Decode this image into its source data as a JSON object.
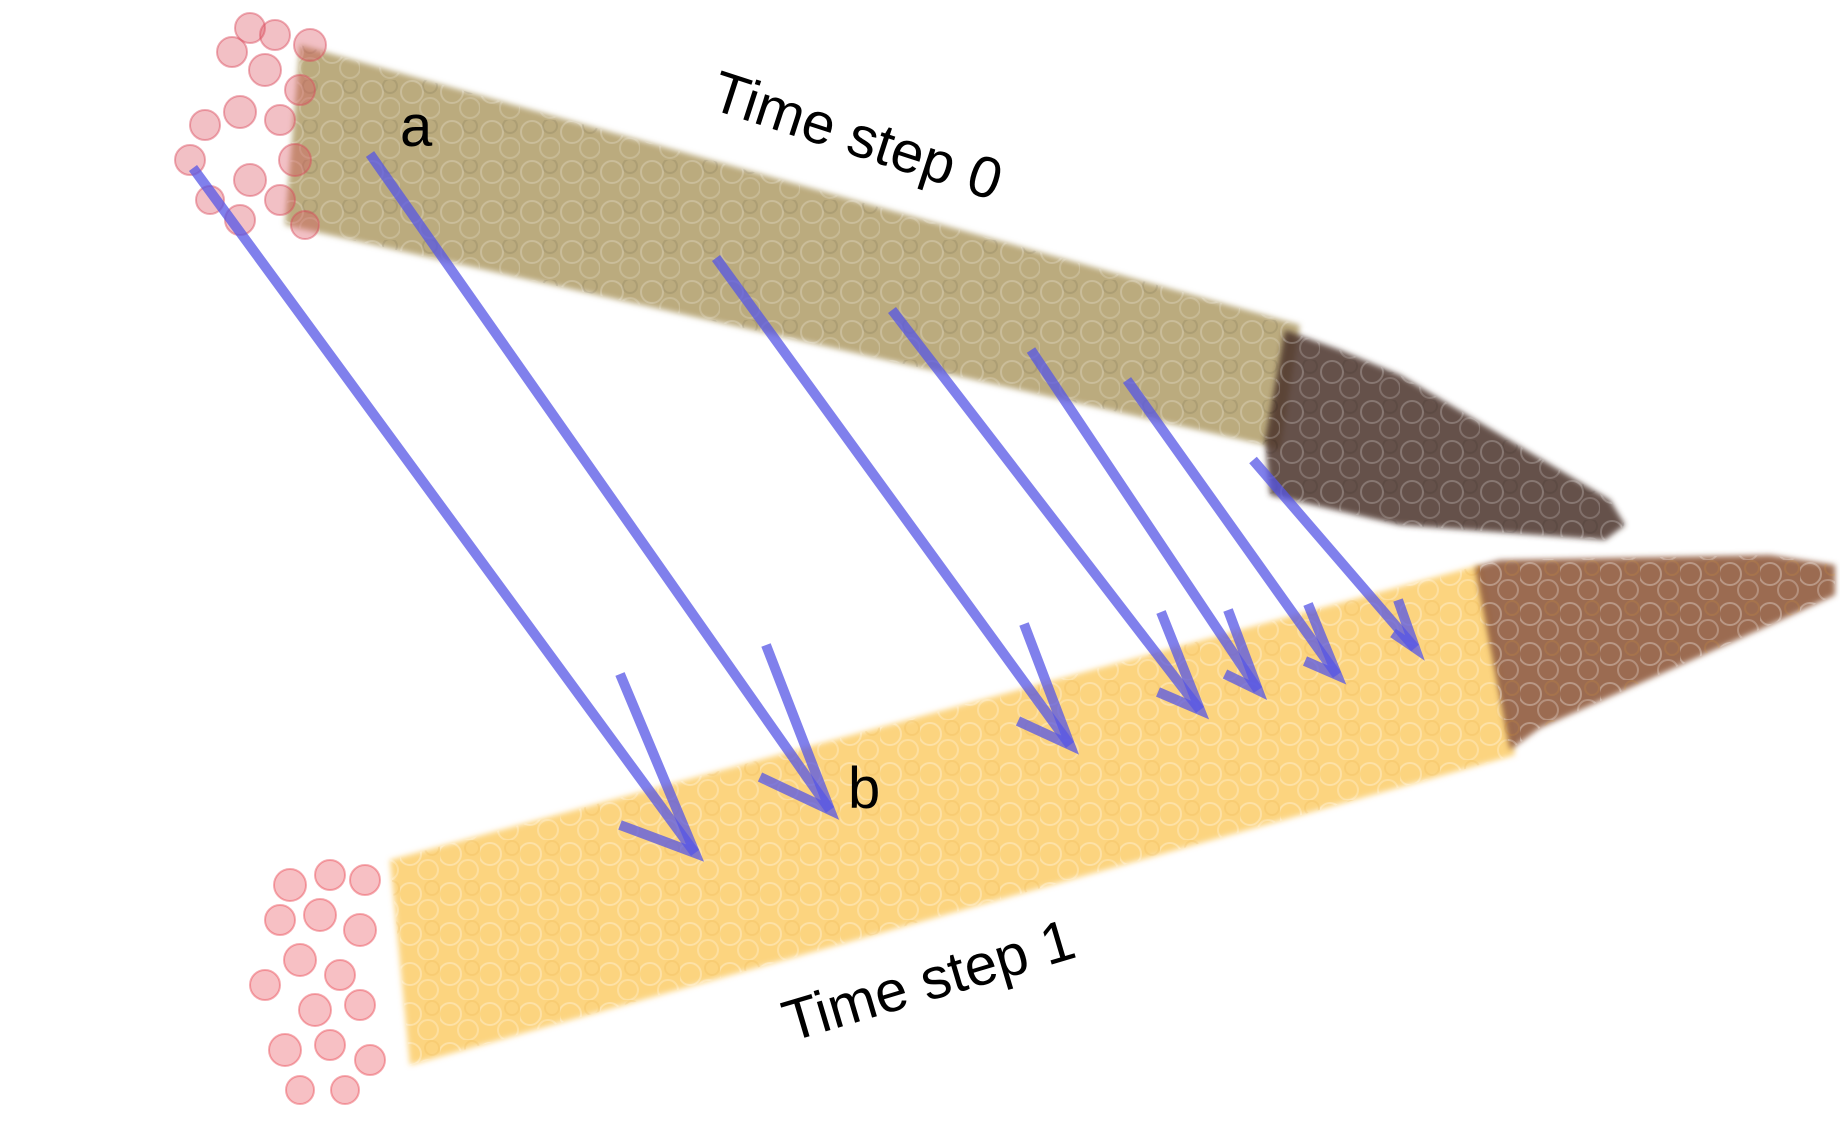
{
  "labels": {
    "time_step_0": "Time step 0",
    "time_step_1": "Time step 1",
    "point_a": "a",
    "point_b": "b"
  },
  "colors": {
    "background": "#ffffff",
    "step0_body": "#a8935a",
    "step0_tip": "#4a3328",
    "step1_body": "#fbc85c",
    "step1_tip": "#8a5232",
    "end_caps": "#d94a5a",
    "arrows": "#5555e6"
  },
  "arrow_count": 7
}
